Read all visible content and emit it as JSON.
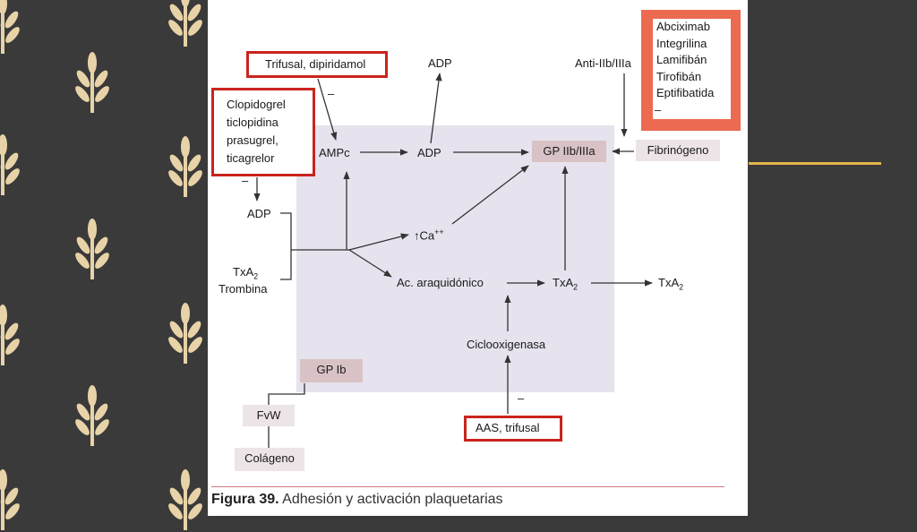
{
  "figure": {
    "caption_label": "Figura 39.",
    "caption_text": "Adhesión y activación plaquetarias"
  },
  "nodes": {
    "trifusal_dipiridamol": "Trifusal, dipiridamol",
    "adp_top": "ADP",
    "anti_gp": "Anti-IIb/IIIa",
    "clopidogrel_lines": [
      "Clopidogrel",
      "ticlopidina",
      "prasugrel,",
      "ticagrelor"
    ],
    "ampc": "AMPc",
    "adp_mid": "ADP",
    "gp_iib_iiia": "GP IIb/IIIa",
    "fibrinogeno": "Fibrinógeno",
    "adp_left": "ADP",
    "ca": "↑Ca",
    "ca_sup": "++",
    "txa2_left": "TxA",
    "txa2_left_sub": "2",
    "trombina": "Trombina",
    "ac_araquidonico": "Ac. araquidónico",
    "txa2_mid": "TxA",
    "txa2_mid_sub": "2",
    "txa2_right": "TxA",
    "txa2_right_sub": "2",
    "ciclooxigenasa": "Ciclooxigenasa",
    "gp_ib": "GP Ib",
    "fvw": "FvW",
    "colageno": "Colágeno",
    "aas_trifusal": "AAS, trifusal",
    "gp_inhibitors": [
      "Abciximab",
      "Integrilina",
      "Lamifibán",
      "Tirofibán",
      "Eptifibatida"
    ],
    "minus": "–"
  },
  "colors": {
    "red_box": "#c9241d",
    "orange_box": "#ec6a50",
    "shade": "#e6e3ee",
    "pink_node": "#d9c2c5",
    "gold_accent": "#e3b648",
    "dark_background": "#3a3a3a"
  },
  "decoration": {
    "icon": "leaf-sprig-icon"
  }
}
